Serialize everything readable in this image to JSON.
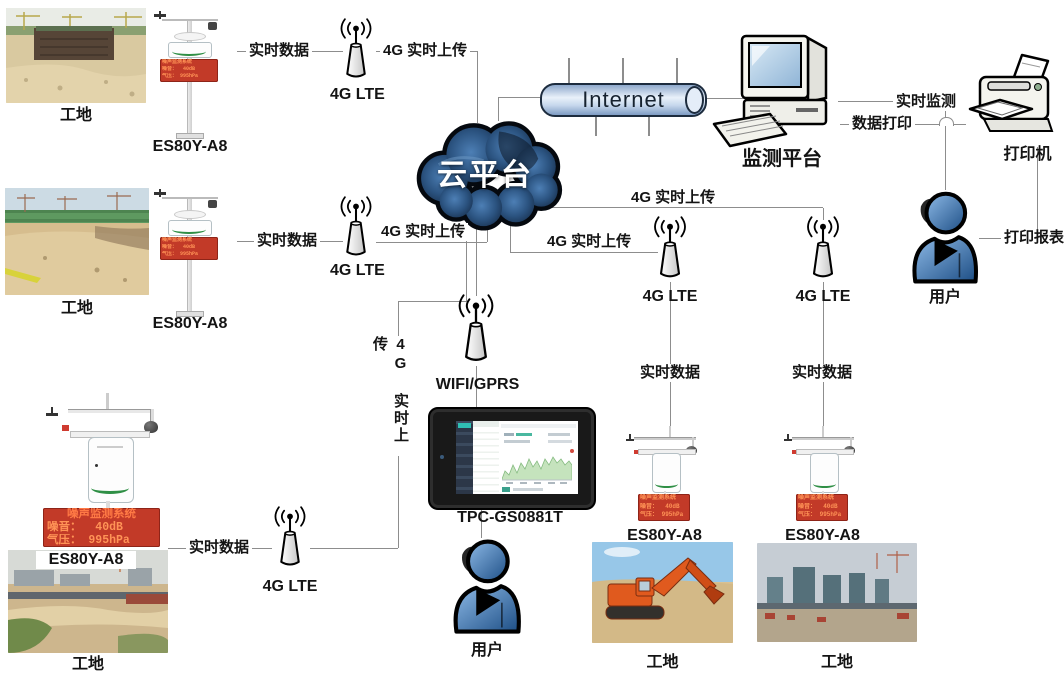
{
  "diagram": {
    "cloud_label": "云平台",
    "internet_label": "Internet",
    "platform_label": "监测平台",
    "printer_label": "打印机",
    "user_label": "用户",
    "site_label": "工地",
    "device_label": "ES80Y-A8",
    "lte_label": "4G LTE",
    "wifi_label": "WIFI/GPRS",
    "tablet_label": "TPC-GS0881T"
  },
  "links": {
    "realtime_data": "实时数据",
    "upload_4g": "4G 实时上传",
    "realtime_monitor": "实时监测",
    "data_print": "数据打印",
    "print_report": "打印报表"
  },
  "led_display": {
    "line1": "噪声监测系统",
    "line2": "噪音：  40dB",
    "line3": "气压： 995hPa"
  },
  "colors": {
    "cloud_fill": "#2b5380",
    "internet_fill": "#c6d7ec",
    "led_background": "#c23a28",
    "led_text": "#ff9356",
    "user_blue": "#4a7fb8",
    "line_gray": "#8d8d8d"
  }
}
